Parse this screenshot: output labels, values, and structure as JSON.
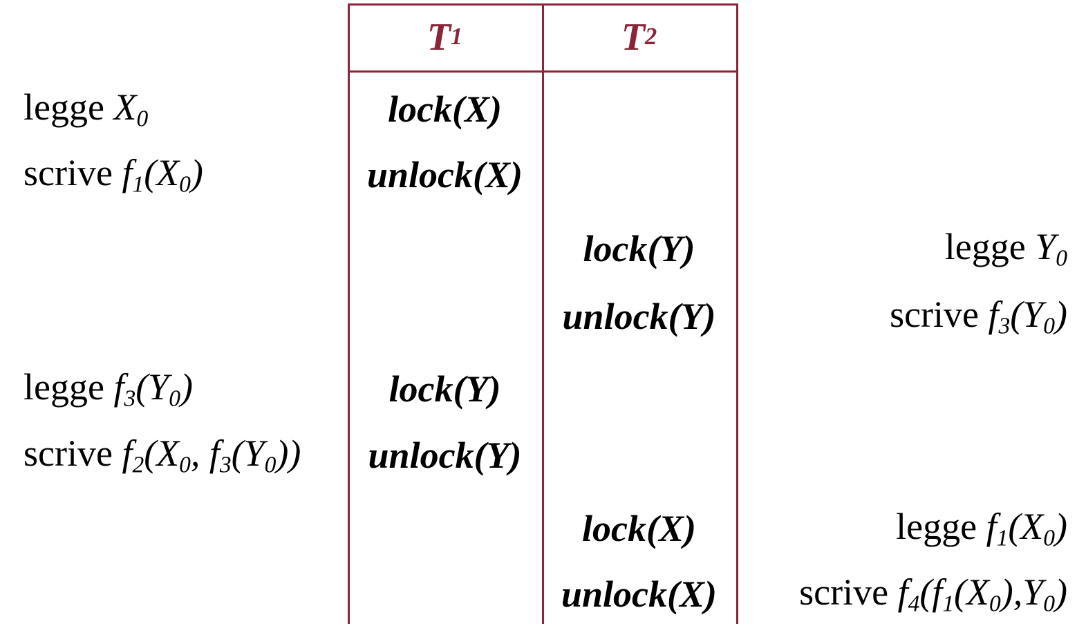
{
  "colors": {
    "accent": "#8B2438",
    "text": "#000000",
    "background": "#FFFFFF"
  },
  "schedule": {
    "columns": [
      {
        "name": "transaction-1",
        "segs": [
          [
            "T",
            "op"
          ],
          [
            "1",
            "sub"
          ]
        ]
      },
      {
        "name": "transaction-2",
        "segs": [
          [
            "T",
            "op"
          ],
          [
            "2",
            "sub"
          ]
        ]
      }
    ],
    "rows": [
      {
        "left": [
          [
            "legge ",
            "rm"
          ],
          [
            "X",
            "it"
          ],
          [
            "0",
            "sub"
          ]
        ],
        "t1": [
          [
            "lock(X)",
            "op"
          ]
        ],
        "t2": [],
        "right": []
      },
      {
        "left": [
          [
            "scrive ",
            "rm"
          ],
          [
            "f",
            "it"
          ],
          [
            "1",
            "sub"
          ],
          [
            "(X",
            "it"
          ],
          [
            "0",
            "sub"
          ],
          [
            ")",
            "it"
          ]
        ],
        "t1": [
          [
            "unlock(X)",
            "op"
          ]
        ],
        "t2": [],
        "right": []
      },
      {
        "left": [],
        "t1": [],
        "t2": [
          [
            "lock(Y)",
            "op"
          ]
        ],
        "right": [
          [
            "legge ",
            "rm"
          ],
          [
            "Y",
            "it"
          ],
          [
            "0",
            "sub"
          ]
        ]
      },
      {
        "left": [],
        "t1": [],
        "t2": [
          [
            "unlock(Y)",
            "op"
          ]
        ],
        "right": [
          [
            "scrive ",
            "rm"
          ],
          [
            "f",
            "it"
          ],
          [
            "3",
            "sub"
          ],
          [
            "(Y",
            "it"
          ],
          [
            "0",
            "sub"
          ],
          [
            ")",
            "it"
          ]
        ]
      },
      {
        "left": [
          [
            "legge ",
            "rm"
          ],
          [
            "f",
            "it"
          ],
          [
            "3",
            "sub"
          ],
          [
            "(Y",
            "it"
          ],
          [
            "0",
            "sub"
          ],
          [
            ")",
            "it"
          ]
        ],
        "t1": [
          [
            "lock(Y)",
            "op"
          ]
        ],
        "t2": [],
        "right": []
      },
      {
        "left": [
          [
            "scrive ",
            "rm"
          ],
          [
            "f",
            "it"
          ],
          [
            "2",
            "sub"
          ],
          [
            "(X",
            "it"
          ],
          [
            "0",
            "sub"
          ],
          [
            ", ",
            "it"
          ],
          [
            "f",
            "it"
          ],
          [
            "3",
            "sub"
          ],
          [
            "(Y",
            "it"
          ],
          [
            "0",
            "sub"
          ],
          [
            "))",
            "it"
          ]
        ],
        "t1": [
          [
            "unlock(Y)",
            "op"
          ]
        ],
        "t2": [],
        "right": []
      },
      {
        "left": [],
        "t1": [],
        "t2": [
          [
            "lock(X)",
            "op"
          ]
        ],
        "right": [
          [
            "legge ",
            "rm"
          ],
          [
            "f",
            "it"
          ],
          [
            "1",
            "sub"
          ],
          [
            "(X",
            "it"
          ],
          [
            "0",
            "sub"
          ],
          [
            ")",
            "it"
          ]
        ]
      },
      {
        "left": [],
        "t1": [],
        "t2": [
          [
            "unlock(X)",
            "op"
          ]
        ],
        "right": [
          [
            "scrive ",
            "rm"
          ],
          [
            "f",
            "it"
          ],
          [
            "4",
            "sub"
          ],
          [
            "(f",
            "it"
          ],
          [
            "1",
            "sub"
          ],
          [
            "(X",
            "it"
          ],
          [
            "0",
            "sub"
          ],
          [
            "),",
            "it"
          ],
          [
            "Y",
            "it"
          ],
          [
            "0",
            "sub"
          ],
          [
            ")",
            "it"
          ]
        ]
      }
    ]
  }
}
